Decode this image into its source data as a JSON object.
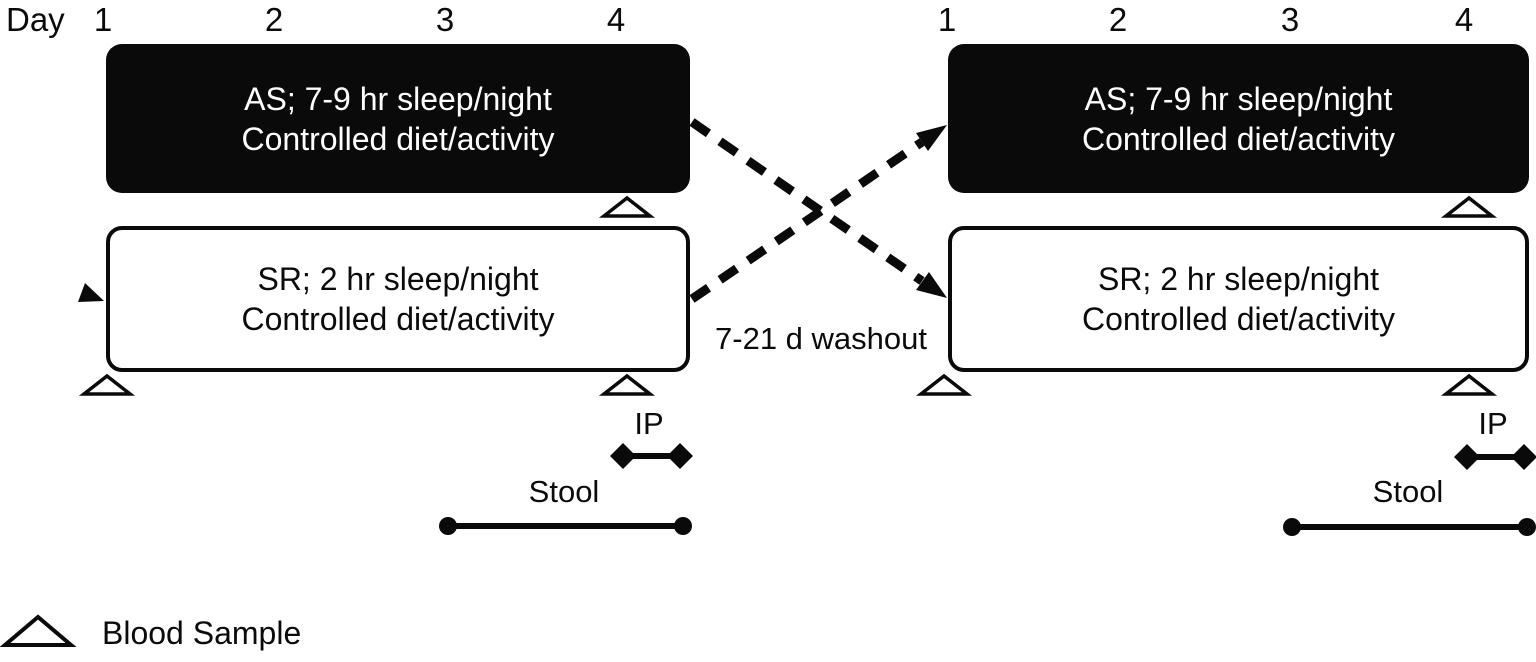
{
  "day_axis": {
    "label": "Day",
    "period1_days": [
      "1",
      "2",
      "3",
      "4"
    ],
    "period2_days": [
      "1",
      "2",
      "3",
      "4"
    ]
  },
  "period1": {
    "as_box_line1": "AS; 7-9 hr sleep/night",
    "as_box_line2": "Controlled diet/activity",
    "sr_box_line1": "SR; 2 hr sleep/night",
    "sr_box_line2": "Controlled diet/activity",
    "ip_label": "IP",
    "stool_label": "Stool"
  },
  "period2": {
    "as_box_line1": "AS; 7-9 hr sleep/night",
    "as_box_line2": "Controlled diet/activity",
    "sr_box_line1": "SR; 2 hr sleep/night",
    "sr_box_line2": "Controlled diet/activity",
    "ip_label": "IP",
    "stool_label": "Stool"
  },
  "washout": {
    "label": "7-21 d washout"
  },
  "legend": {
    "blood_sample_label": "Blood Sample"
  },
  "icons": {
    "blood_sample_marker": "open-triangle-icon",
    "ip_interval_marker": "diamond-ended-line-icon",
    "stool_interval_marker": "dot-ended-line-icon",
    "crossover_arrow_marker": "dashed-arrow-icon"
  },
  "colors": {
    "as_box_fill": "#0a0a0a",
    "as_box_text": "#ffffff",
    "sr_box_fill": "#ffffff",
    "lines_and_text": "#0a0a0a",
    "background": "#ffffff"
  }
}
